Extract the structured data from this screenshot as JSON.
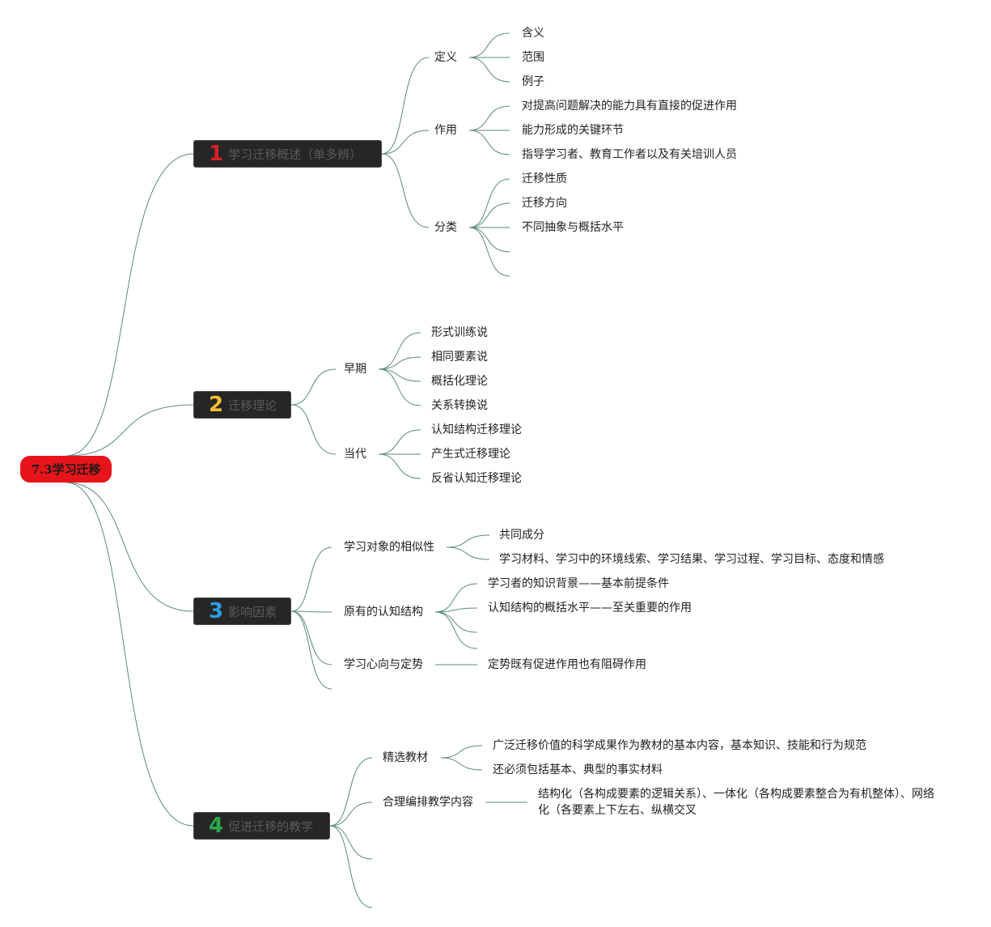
{
  "root": {
    "label": "7.3学习迁移"
  },
  "branches": [
    {
      "num": "1",
      "num_color": "#d8202b",
      "label": "学习迁移概述（单多辨）"
    },
    {
      "num": "2",
      "num_color": "#f2c12e",
      "label": "迁移理论"
    },
    {
      "num": "3",
      "num_color": "#2f9fe0",
      "label": "影响因素"
    },
    {
      "num": "4",
      "num_color": "#2aa84a",
      "label": "促进迁移的教学"
    }
  ],
  "nodes": {
    "b1": {
      "dingyi": "定义",
      "dingyi_items": [
        "含义",
        "范围",
        "例子"
      ],
      "zuoyong": "作用",
      "zuoyong_items": [
        "对提高问题解决的能力具有直接的促进作用",
        "能力形成的关键环节",
        "指导学习者、教育工作者以及有关培训人员"
      ],
      "fenlei": "分类",
      "fenlei_items": [
        "迁移性质",
        "迁移方向",
        "不同抽象与概括水平"
      ]
    },
    "b2": {
      "zaoqi": "早期",
      "zaoqi_items": [
        "形式训练说",
        "相同要素说",
        "概括化理论",
        "关系转换说"
      ],
      "dangdai": "当代",
      "dangdai_items": [
        "认知结构迁移理论",
        "产生式迁移理论",
        "反省认知迁移理论"
      ]
    },
    "b3": {
      "xiangsi": "学习对象的相似性",
      "xiangsi_items": [
        "共同成分",
        "学习材料、学习中的环境线索、学习结果、学习过程、学习目标、态度和情感"
      ],
      "renzhi": "原有的认知结构",
      "renzhi_items": [
        "学习者的知识背景——基本前提条件",
        "认知结构的概括水平——至关重要的作用"
      ],
      "xinxiang": "学习心向与定势",
      "xinxiang_items": [
        "定势既有促进作用也有阻碍作用"
      ]
    },
    "b4": {
      "jingxuan": "精选教材",
      "jingxuan_items": [
        "广泛迁移价值的科学成果作为教材的基本内容，基本知识、技能和行为规范",
        "还必须包括基本、典型的事实材料"
      ],
      "bianpai": "合理编排教学内容",
      "bianpai_items": [
        "结构化（各构成要素的逻辑关系）、一体化（各构成要素整合为有机整体）、网络化（各要素上下左右、纵横交叉"
      ]
    }
  },
  "colors": {
    "edge": "#5a8a7a",
    "root_fill": "#e8141b",
    "branch_fill": "#262626"
  }
}
